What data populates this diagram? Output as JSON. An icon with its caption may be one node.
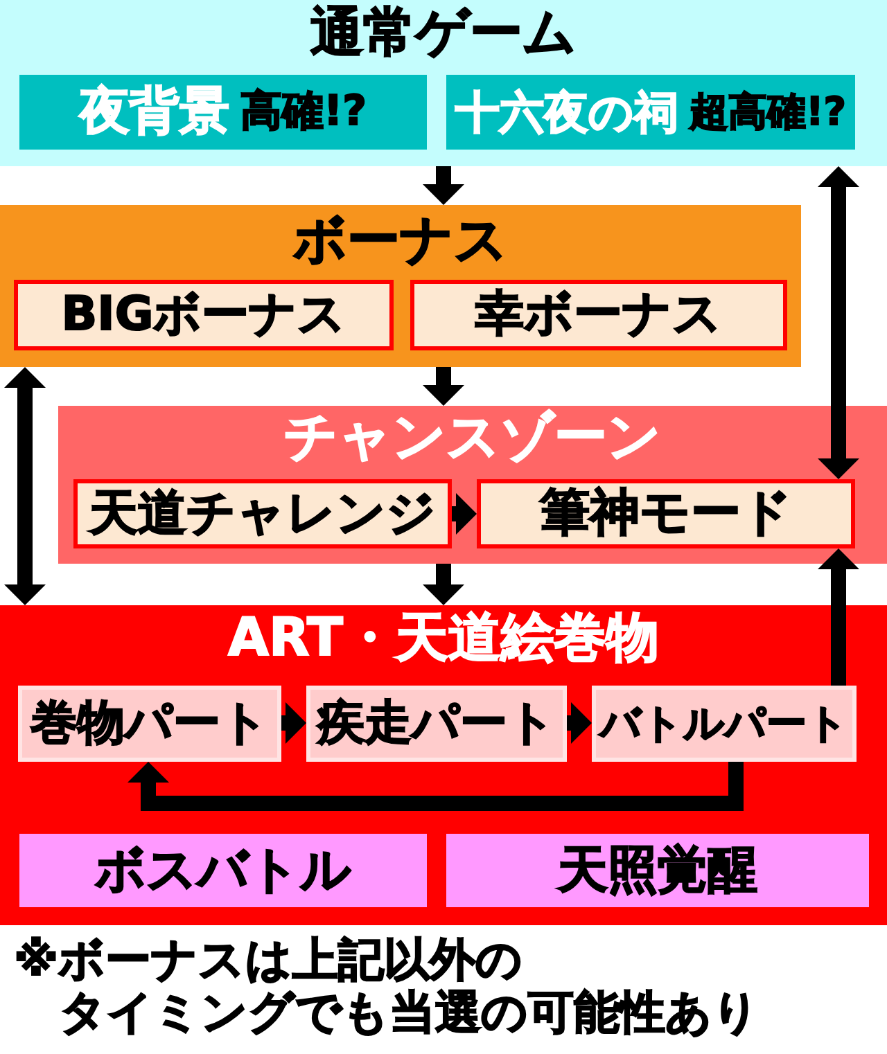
{
  "diagram": {
    "nodes": [
      {
        "text": [
          "通常ゲーム"
        ]
      },
      {
        "text": [
          "夜背景",
          "高確!?"
        ],
        "in": 0
      },
      {
        "text": [
          "十六夜の祠",
          "超高確!?"
        ],
        "in": 0
      },
      {
        "text": [
          "ボーナス"
        ]
      },
      {
        "text": [
          "BIGボーナス"
        ],
        "in": 3
      },
      {
        "text": [
          "幸ボーナス"
        ],
        "in": 3
      },
      {
        "text": [
          "チャンスゾーン"
        ]
      },
      {
        "text": [
          "天道チャレンジ"
        ],
        "in": 6
      },
      {
        "text": [
          "筆神モード"
        ],
        "in": 6
      },
      {
        "text": [
          "ART・天道絵巻物"
        ]
      },
      {
        "text": [
          "巻物パート"
        ],
        "in": 9
      },
      {
        "text": [
          "疾走パート"
        ],
        "in": 9
      },
      {
        "text": [
          "バトルパート"
        ],
        "in": 9
      },
      {
        "text": [
          "ボスバトル"
        ],
        "in": 9
      },
      {
        "text": [
          "天照覚醒"
        ],
        "in": 9
      }
    ],
    "edges": [
      {
        "from": 0,
        "to": 3,
        "arrow": "to"
      },
      {
        "from": 0,
        "to": 8,
        "arrow": "both"
      },
      {
        "from": 3,
        "to": 6,
        "arrow": "to"
      },
      {
        "from": 3,
        "to": 9,
        "arrow": "both"
      },
      {
        "from": 7,
        "to": 8,
        "arrow": "to"
      },
      {
        "from": 6,
        "to": 9,
        "arrow": "to"
      },
      {
        "from": 10,
        "to": 11,
        "arrow": "to"
      },
      {
        "from": 11,
        "to": 12,
        "arrow": "to"
      },
      {
        "from": 12,
        "to": 8,
        "arrow": "to"
      },
      {
        "from": 12,
        "to": 10,
        "arrow": "to"
      }
    ],
    "labels": [
      "※ボーナスは上記以外のタイミングでも当選の可能性あり"
    ]
  }
}
